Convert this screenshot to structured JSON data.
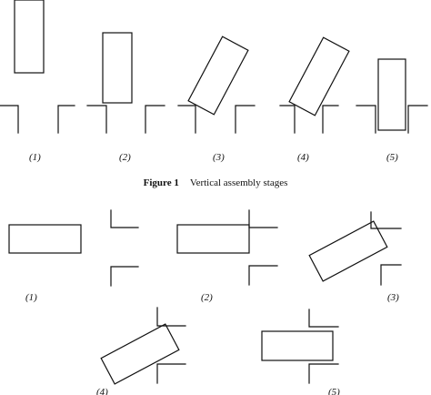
{
  "figure": {
    "caption_number": "Figure 1",
    "caption_text": "Vertical assembly stages"
  },
  "vertical_stage_labels": [
    "(1)",
    "(2)",
    "(3)",
    "(4)",
    "(5)"
  ],
  "horizontal_stage_labels": [
    "(1)",
    "(2)",
    "(3)",
    "(4)",
    "(5)"
  ],
  "colors": {
    "line": "#111111",
    "background": "#ffffff"
  }
}
